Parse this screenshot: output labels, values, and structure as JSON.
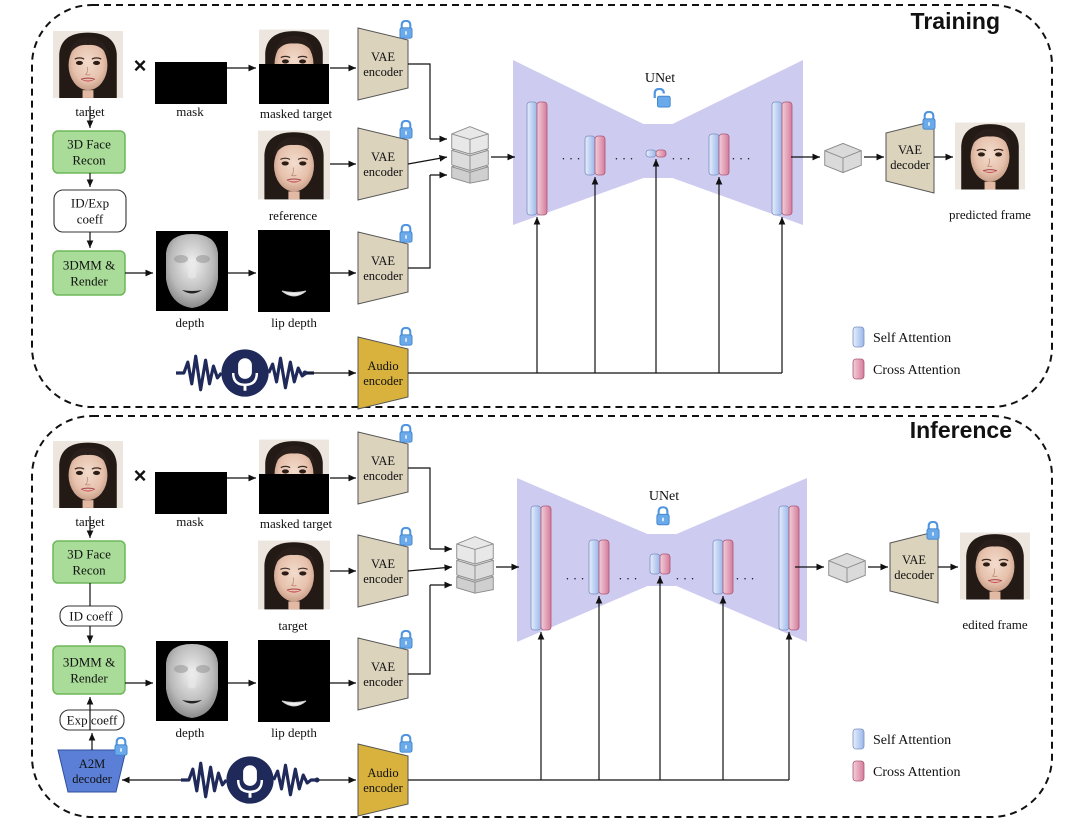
{
  "sections": {
    "training_title": "Training",
    "inference_title": "Inference"
  },
  "training": {
    "target": "target",
    "mask": "mask",
    "masked_target": "masked target",
    "reference": "reference",
    "depth": "depth",
    "lip_depth": "lip depth",
    "face_recon": [
      "3D Face",
      "Recon"
    ],
    "coeff": [
      "ID/Exp",
      "coeff"
    ],
    "render": [
      "3DMM &",
      "Render"
    ],
    "vae_encoder": [
      "VAE",
      "encoder"
    ],
    "audio_encoder": [
      "Audio",
      "encoder"
    ],
    "vae_decoder": [
      "VAE",
      "decoder"
    ],
    "unet": "UNet",
    "output": "predicted frame",
    "multiply": "×",
    "dots": "· · ·"
  },
  "inference": {
    "target": "target",
    "mask": "mask",
    "masked_target": "masked target",
    "reference": "target",
    "depth": "depth",
    "lip_depth": "lip depth",
    "face_recon": [
      "3D Face",
      "Recon"
    ],
    "id_coeff": "ID coeff",
    "exp_coeff": "Exp coeff",
    "render": [
      "3DMM &",
      "Render"
    ],
    "a2m": [
      "A2M",
      "decoder"
    ],
    "vae_encoder": [
      "VAE",
      "encoder"
    ],
    "audio_encoder": [
      "Audio",
      "encoder"
    ],
    "vae_decoder": [
      "VAE",
      "decoder"
    ],
    "unet": "UNet",
    "output": "edited frame",
    "multiply": "×",
    "dots": "· · ·"
  },
  "legend": {
    "self_attention": "Self Attention",
    "cross_attention": "Cross Attention"
  },
  "colors": {
    "green_box": "#a9dc98",
    "green_border": "#6fb75a",
    "vae": "#dcd3bd",
    "audio": "#d8b23c",
    "unet_bg": "#c6c2ee",
    "self_attn": "#a9c3ee",
    "cross_attn": "#dd8ba8",
    "a2m": "#5b7fd6",
    "lock": "#4f95df"
  }
}
